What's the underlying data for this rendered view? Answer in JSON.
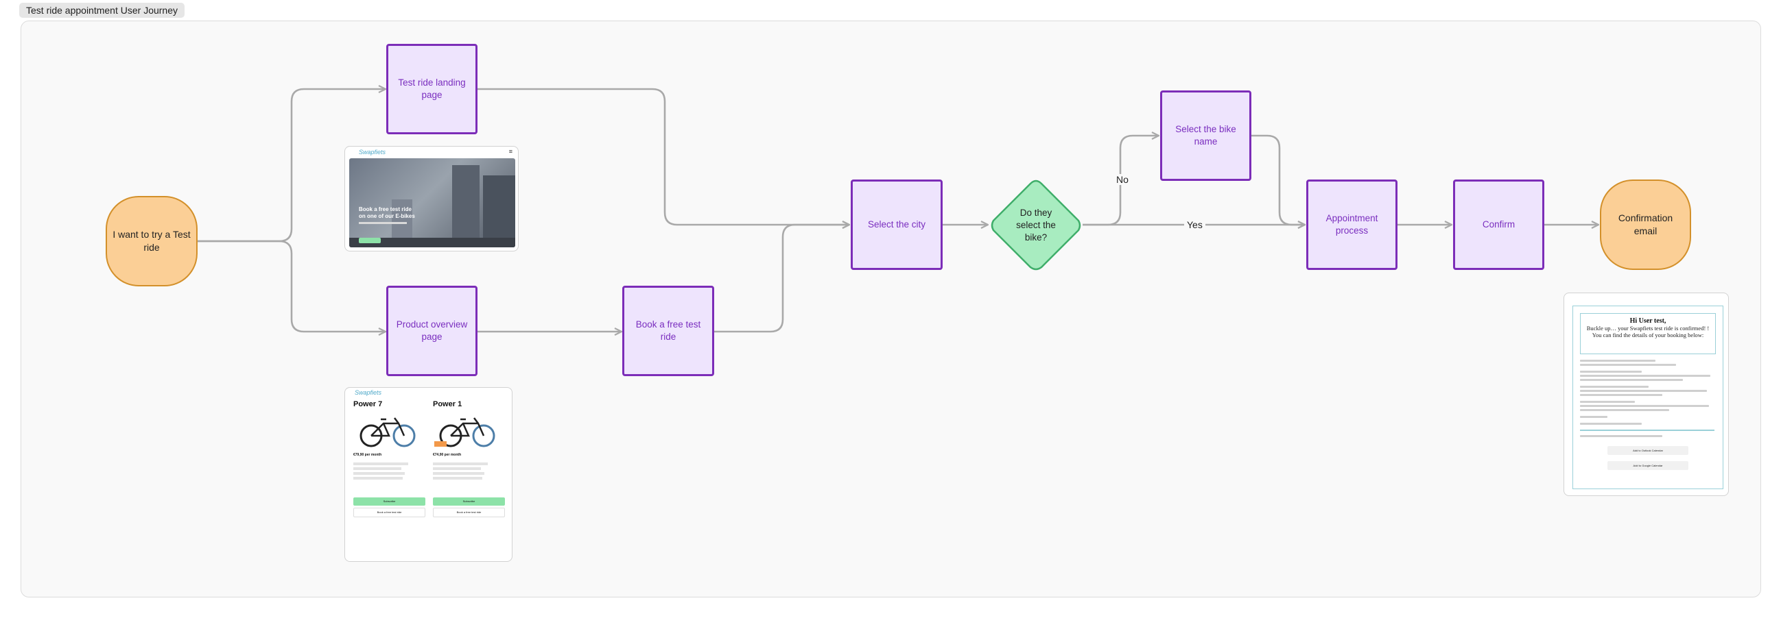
{
  "section": {
    "title": "Test ride appointment User Journey"
  },
  "nodes": {
    "start": "I want to try a Test ride",
    "landing": "Test ride landing page",
    "product": "Product overview page",
    "book": "Book a free test ride",
    "city": "Select the city",
    "decision": "Do they select the bike?",
    "bike_name": "Select the bike name",
    "appointment": "Appointment process",
    "confirm": "Confirm",
    "email": "Confirmation email"
  },
  "edges": {
    "no": "No",
    "yes": "Yes"
  },
  "thumbnails": {
    "landing": {
      "logo": "Swapfiets",
      "menu": "≡",
      "headline": "Book a free test ride on one of our E-bikes"
    },
    "product": {
      "logo": "Swapfiets",
      "bikes": [
        {
          "name": "Power 7",
          "price": "€79,90 per month",
          "subscribe": "Subscribe",
          "test": "Book a free test ride"
        },
        {
          "name": "Power 1",
          "price": "€74,90 per month",
          "subscribe": "Subscribe",
          "test": "Book a free test ride"
        }
      ]
    },
    "email": {
      "greeting": "Hi User test,",
      "intro": "Buckle up… your Swapfiets test ride is confirmed! ! You can find the details of your booking below:",
      "outlook": "Add to Outlook Calendar",
      "google": "Add to Google Calendar"
    }
  },
  "colors": {
    "process_fill": "#eee4fd",
    "process_border": "#7c2db8",
    "process_text": "#7a2ebf",
    "terminal_fill": "#fbcf96",
    "terminal_border": "#d3902a",
    "decision_fill": "#a8ecc0",
    "decision_border": "#3fae6a",
    "connector": "#a9a9a9"
  }
}
